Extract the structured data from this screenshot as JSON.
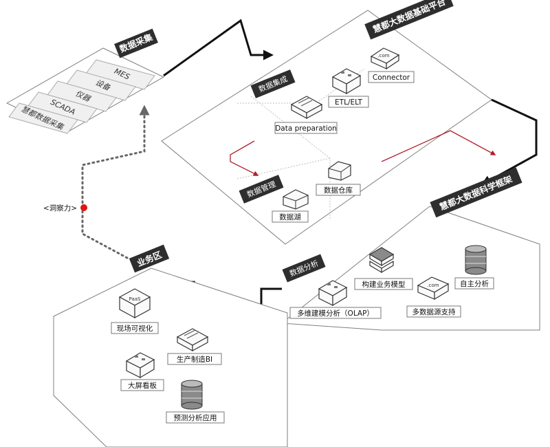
{
  "data_collection": {
    "title": "数据采集",
    "layers": [
      "MES",
      "设备",
      "仪器",
      "SCADA",
      "慧都数据采集"
    ]
  },
  "platform": {
    "title": "慧都大数据基础平台",
    "integration": {
      "title": "数据集成",
      "items": [
        "Connector",
        "ETL/ELT",
        "Data preparation"
      ]
    },
    "management": {
      "title": "数据管理",
      "items": [
        "数据仓库",
        "数据湖"
      ]
    }
  },
  "science": {
    "title": "慧都大数据科学框架",
    "analysis": {
      "title": "数据分析",
      "items": [
        "构建业务模型",
        "自主分析",
        "多维建模分析（OLAP）",
        "多数据源支持"
      ]
    }
  },
  "business": {
    "title": "业务区",
    "items": [
      "现场可视化",
      "生产制造BI",
      "大屏看板",
      "预测分析应用"
    ]
  },
  "insight": {
    "label": "<洞察力>"
  },
  "icons": {
    "connector": ".com",
    "paas": "PaaS",
    "multisource": ".com"
  },
  "colors": {
    "dark_label": "#2e2e2e",
    "red_arrow": "#b0202e",
    "insight_dot": "#e01414"
  }
}
